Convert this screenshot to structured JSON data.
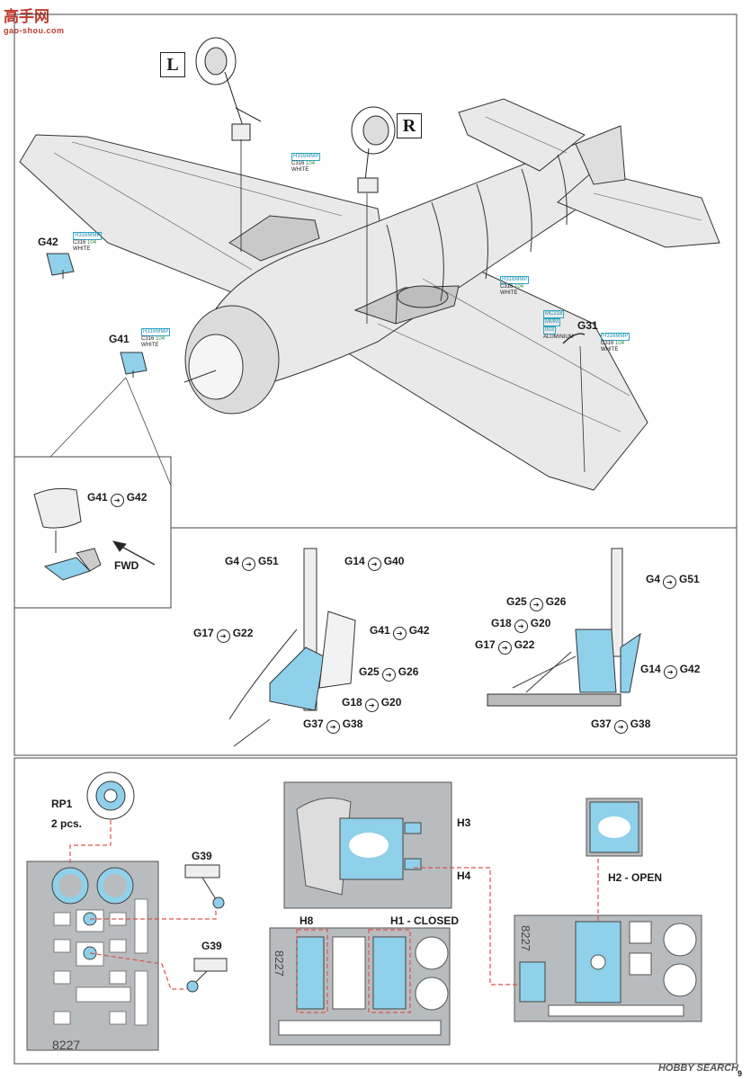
{
  "site_logo": {
    "text": "高手网",
    "sub": "gao-shou.com"
  },
  "side_markers": {
    "left": "L",
    "right": "R"
  },
  "paint_callouts": {
    "c1": {
      "h": "H316",
      "h_sub": "MMP",
      "c": "C316",
      "c_num": "104",
      "name": "WHITE"
    },
    "c2": {
      "h": "H316",
      "h_sub": "MMP",
      "c": "C316",
      "c_num": "104",
      "name": "WHITE"
    },
    "c3": {
      "h": "H316",
      "h_sub": "MMP",
      "c": "C316",
      "c_num": "104",
      "name": "WHITE"
    },
    "c4": {
      "h": "H316",
      "h_sub": "MMP",
      "c": "C316",
      "c_num": "104",
      "name": "WHITE"
    },
    "c5": {
      "h": "H316",
      "h_sub": "MMP",
      "c": "C316",
      "c_num": "104",
      "name": "WHITE"
    },
    "alu": {
      "mc": "MC218",
      "mmm": "MMM",
      "num": "003",
      "name": "ALUMINIUM"
    }
  },
  "parts": {
    "g42": "G42",
    "g41": "G41",
    "g31": "G31",
    "inset_label": "G41",
    "inset_label2": "G42",
    "fwd": "FWD"
  },
  "left_leg": {
    "l1a": "G4",
    "l1b": "G51",
    "l2a": "G14",
    "l2b": "G40",
    "l3a": "G17",
    "l3b": "G22",
    "l4a": "G41",
    "l4b": "G42",
    "l5a": "G25",
    "l5b": "G26",
    "l6a": "G18",
    "l6b": "G20",
    "l7a": "G37",
    "l7b": "G38"
  },
  "right_leg": {
    "r1a": "G4",
    "r1b": "G51",
    "r2a": "G25",
    "r2b": "G26",
    "r3a": "G18",
    "r3b": "G20",
    "r4a": "G17",
    "r4b": "G22",
    "r5a": "G14",
    "r5b": "G42",
    "r6a": "G37",
    "r6b": "G38"
  },
  "masks": {
    "rp1": "RP1",
    "rp1_qty": "2 pcs.",
    "g39a": "G39",
    "g39b": "G39",
    "h3": "H3",
    "h4": "H4",
    "h8": "H8",
    "h1": "H1 - CLOSED",
    "h2": "H2 - OPEN",
    "sheet_code": "8227"
  },
  "footer": {
    "watermark": "HOBBY SEARCH",
    "page": "9"
  },
  "colors": {
    "mask_blue": "#8fd0ea",
    "frame_grey": "#b9bcbf",
    "leader_red": "#d9534f"
  }
}
